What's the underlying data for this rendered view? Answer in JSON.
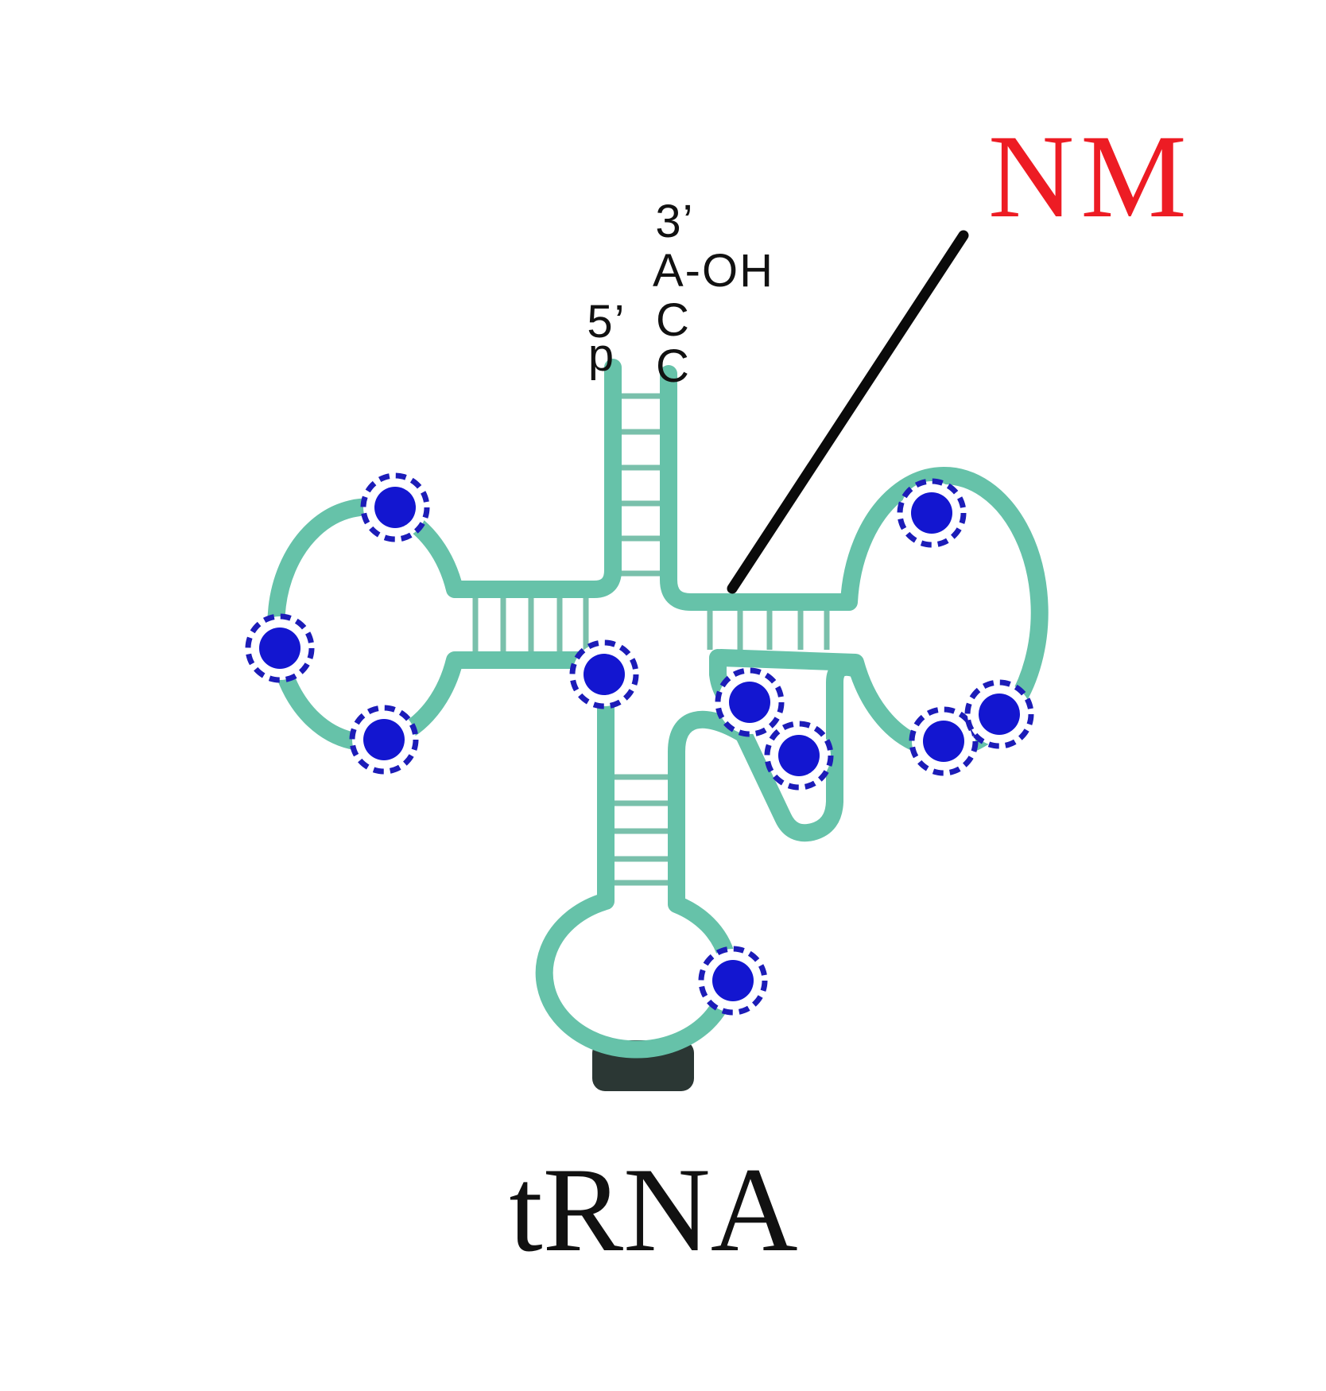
{
  "diagram": {
    "molecule_label": "tRNA",
    "callout_label": "NM",
    "strand_labels": {
      "three_prime": "3’",
      "acceptor_terminus": "A-OH",
      "cytosine_1": "C",
      "cytosine_2": "C",
      "five_prime": "5’",
      "phosphate": "p"
    },
    "modification_site_count": "10",
    "colors": {
      "backbone": "#66c2a9",
      "rung": "#79c0ab",
      "modification_core": "#1316d0",
      "modification_ring": "#1c1cb8",
      "anticodon_bar": "#2b3734",
      "pointer_line": "#0a0a0a",
      "callout": "#ed1c24",
      "label": "#111111"
    }
  }
}
